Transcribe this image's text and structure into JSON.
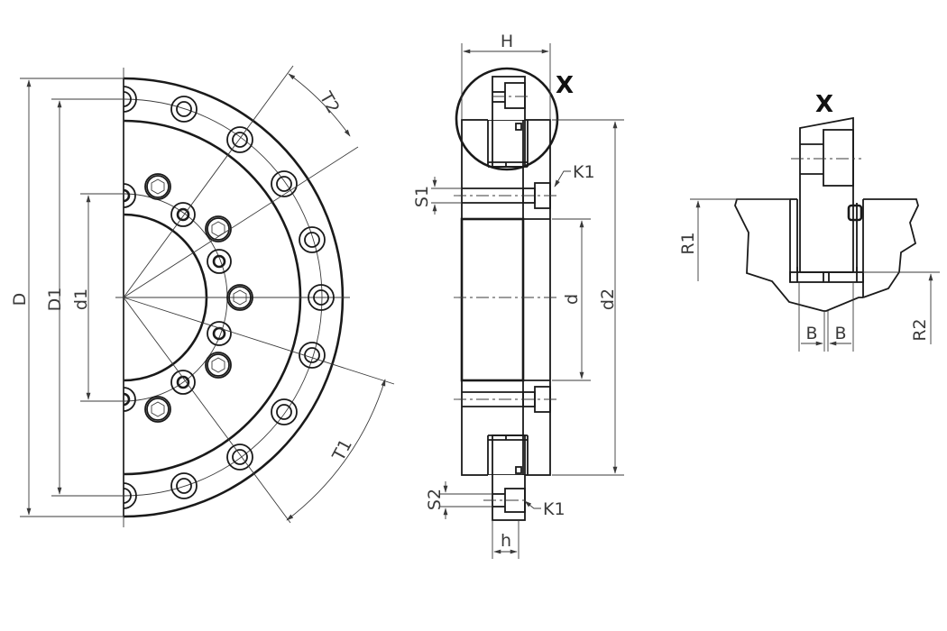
{
  "drawing": {
    "subject": "Crossed roller bearing dimension drawing",
    "colors": {
      "line": "#1a1a1a",
      "dim": "#3a3a3a",
      "background": "#ffffff"
    }
  },
  "front_view": {
    "labels": {
      "D": "D",
      "D1": "D1",
      "d1": "d1",
      "T1": "T1",
      "T2": "T2"
    }
  },
  "section_view": {
    "labels": {
      "H": "H",
      "X": "X",
      "K1_top": "K1",
      "K1_bottom": "K1",
      "S1": "S1",
      "S2": "S2",
      "d": "d",
      "d2": "d2",
      "h": "h"
    }
  },
  "detail_view": {
    "title": "X",
    "labels": {
      "R1": "R1",
      "R2": "R2",
      "B_left": "B",
      "B_right": "B"
    }
  }
}
